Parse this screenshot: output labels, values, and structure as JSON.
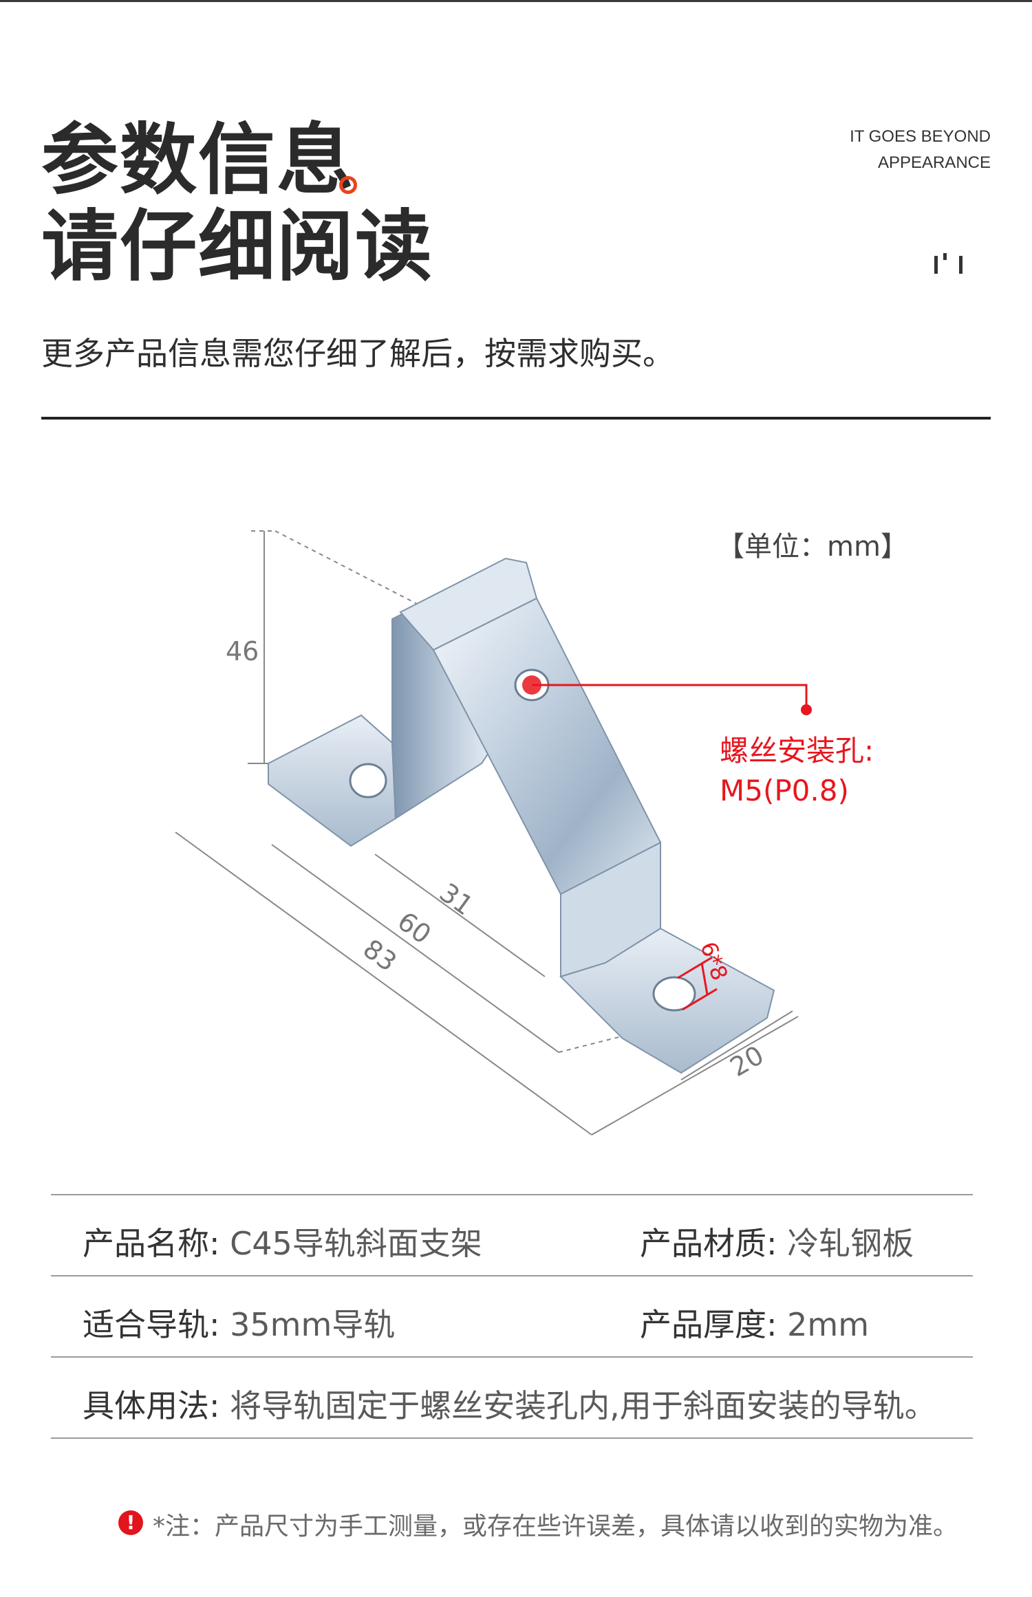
{
  "header": {
    "title_line1": "参数信息",
    "title_line2": "请仔细阅读",
    "brand_line1": "IT GOES BEYOND",
    "brand_line2": "APPEARANCE",
    "brand_mark": "I'I",
    "intro": "更多产品信息需您仔细了解后，按需求购买。"
  },
  "diagram": {
    "unit": "【单位：mm】",
    "dimensions": {
      "height": "46",
      "inner": "31",
      "mid": "60",
      "overall": "83",
      "width": "20",
      "slot": "6*8"
    },
    "callout_line1": "螺丝安装孔:",
    "callout_line2": "M5(P0.8)"
  },
  "specs": [
    {
      "label": "产品名称:",
      "value": "C45导轨斜面支架",
      "label2": "产品材质:",
      "value2": "冷轧钢板"
    },
    {
      "label": "适合导轨:",
      "value": "35mm导轨",
      "label2": "产品厚度:",
      "value2": "2mm"
    },
    {
      "label": "具体用法:",
      "value": "将导轨固定于螺丝安装孔内,用于斜面安装的导轨。"
    }
  ],
  "note": {
    "icon": "alert-icon",
    "text": "*注：产品尺寸为手工测量，或存在些许误差，具体请以收到的实物为准。"
  },
  "colors": {
    "accent": "#e8161e",
    "title_dot": "#e8441c",
    "text": "#333333"
  }
}
